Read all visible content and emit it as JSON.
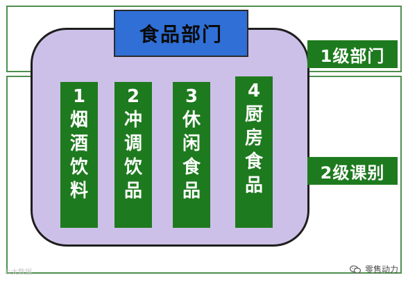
{
  "department": {
    "title": "食品部门"
  },
  "levels": {
    "level1": "1级部门",
    "level2": "2级课别"
  },
  "columns": [
    {
      "number": "1",
      "chars": [
        "烟",
        "酒",
        "饮",
        "料"
      ]
    },
    {
      "number": "2",
      "chars": [
        "冲",
        "调",
        "饮",
        "品"
      ]
    },
    {
      "number": "3",
      "chars": [
        "休",
        "闲",
        "食",
        "品"
      ]
    },
    {
      "number": "4",
      "chars": [
        "厨",
        "房",
        "食",
        "品"
      ]
    }
  ],
  "watermark": {
    "left": "©大数据",
    "right": "零售动力",
    "icon": "wechat-icon"
  },
  "colors": {
    "panel": "#cdc0e8",
    "dept_box": "#2f6fd6",
    "green": "#1e7a1e",
    "frame": "#4d8f4d"
  }
}
